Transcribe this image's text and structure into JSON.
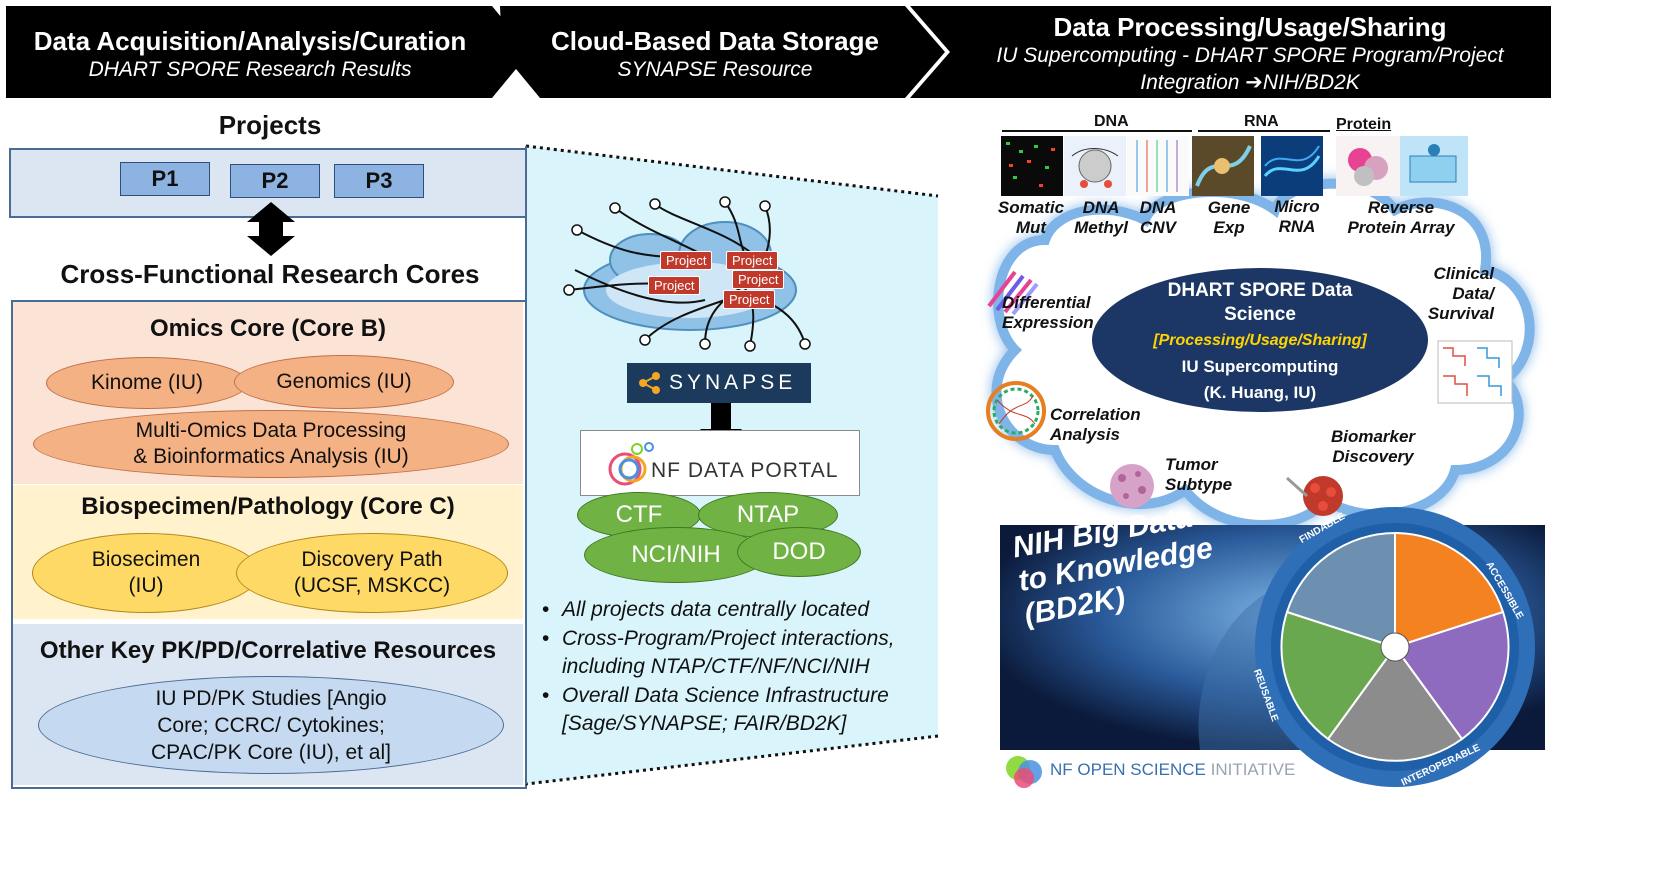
{
  "header": {
    "col1": {
      "title": "Data Acquisition/Analysis/Curation",
      "subtitle": "DHART SPORE Research Results"
    },
    "col2": {
      "title": "Cloud-Based Data Storage",
      "subtitle": "SYNAPSE Resource"
    },
    "col3": {
      "title": "Data Processing/Usage/Sharing",
      "subtitle_line1": "IU Supercomputing - DHART SPORE Program/Project",
      "subtitle_line2": "Integration ➔NIH/BD2K"
    }
  },
  "left": {
    "projects_title": "Projects",
    "projects": [
      "P1",
      "P2",
      "P3"
    ],
    "cores_title": "Cross-Functional Research Cores",
    "omics": {
      "title": "Omics Core (Core B)",
      "kinome": "Kinome (IU)",
      "genomics": "Genomics (IU)",
      "multi_line1": "Multi-Omics Data Processing",
      "multi_line2": "& Bioinformatics Analysis (IU)"
    },
    "bio": {
      "title": "Biospecimen/Pathology  (Core C)",
      "biosecimen_line1": "Biosecimen",
      "biosecimen_line2": "(IU)",
      "discovery_line1": "Discovery Path",
      "discovery_line2": "(UCSF, MSKCC)"
    },
    "other": {
      "title": "Other Key PK/PD/Correlative Resources",
      "line1": "IU PD/PK Studies [Angio",
      "line2": "Core; CCRC/ Cytokines;",
      "line3": "CPAC/PK Core (IU), et al]"
    }
  },
  "middle": {
    "project_tags": [
      "Project",
      "Project",
      "Project",
      "Project",
      "Project"
    ],
    "synapse_label": "SYNAPSE",
    "portal_label": "NF DATA PORTAL",
    "pills": [
      "CTF",
      "NTAP",
      "NCI/NIH",
      "DOD"
    ],
    "bullets": [
      {
        "l1": "All projects data centrally located",
        "l2": ""
      },
      {
        "l1": "Cross-Program/Project interactions,",
        "l2": "including NTAP/CTF/NF/NCI/NIH"
      },
      {
        "l1": "Overall Data Science Infrastructure",
        "l2": "[Sage/SYNAPSE;  FAIR/BD2K]"
      }
    ]
  },
  "right": {
    "omics_headers": {
      "dna": "DNA",
      "rna": "RNA",
      "protein": "Protein"
    },
    "data_types": [
      {
        "l1": "Somatic",
        "l2": "Mut"
      },
      {
        "l1": "DNA",
        "l2": "Methyl"
      },
      {
        "l1": "DNA",
        "l2": "CNV"
      },
      {
        "l1": "Gene",
        "l2": "Exp"
      },
      {
        "l1": "Micro",
        "l2": "RNA"
      },
      {
        "l1": "Reverse",
        "l2": "Protein Array"
      }
    ],
    "center": {
      "title_line1": "DHART SPORE Data",
      "title_line2": "Science",
      "highlight": "[Processing/Usage/Sharing]",
      "line3": "IU Supercomputing",
      "line4": "(K. Huang, IU)"
    },
    "analyses": {
      "diff": {
        "l1": "Differential",
        "l2": "Expression"
      },
      "clinical": {
        "l1": "Clinical",
        "l2": "Data/",
        "l3": "Survival"
      },
      "corr": {
        "l1": "Correlation",
        "l2": "Analysis"
      },
      "biomarker": {
        "l1": "Biomarker",
        "l2": "Discovery"
      },
      "tumor": {
        "l1": "Tumor",
        "l2": "Subtype"
      }
    },
    "bd2k": {
      "line1": "NIH Big Data",
      "line2": "to Knowledge",
      "line3": "(BD2K)"
    },
    "fair": {
      "findable": "FINDABLE",
      "accessible": "ACCESSIBLE",
      "interoperable": "INTEROPERABLE",
      "reusable": "REUSABLE"
    },
    "nf_open_science": "NF OPEN SCIENCE",
    "nf_initiative": "INITIATIVE",
    "colors": {
      "cloud": "#1c3766",
      "highlight": "#ffd500",
      "green": "#70b344",
      "synapse": "#1b3a5c"
    }
  }
}
